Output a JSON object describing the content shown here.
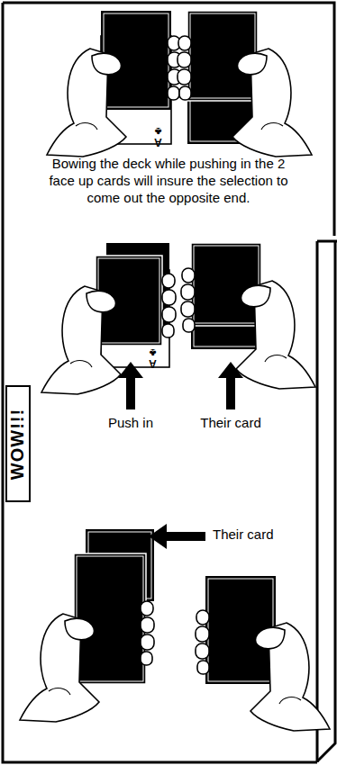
{
  "diagram": {
    "nodes": [
      {
        "text": [
          "WOW!!!"
        ]
      }
    ],
    "labels": [
      "Bowing the deck while pushing in the 2 face up cards will insure the selection to come out the opposite end.",
      "Push in",
      "Their card",
      "Their card",
      "A♣",
      "A♣"
    ]
  }
}
